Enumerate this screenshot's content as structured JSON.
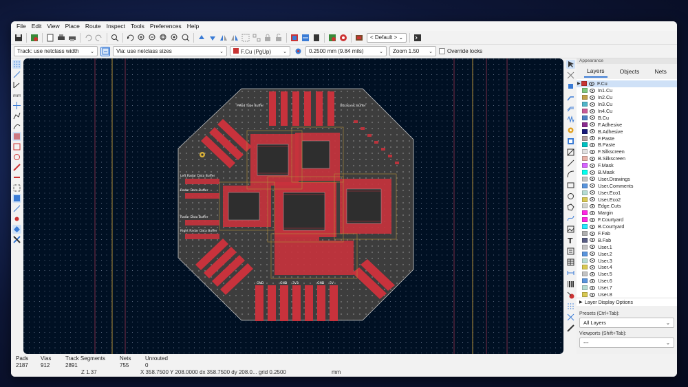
{
  "menubar": [
    "File",
    "Edit",
    "View",
    "Place",
    "Route",
    "Inspect",
    "Tools",
    "Preferences",
    "Help"
  ],
  "toolbar": {
    "preset": "< Default >"
  },
  "toolbar2": {
    "track": "Track: use netclass width",
    "via": "Via: use netclass sizes",
    "layer": "F.Cu (PgUp)",
    "grid": "0.2500 mm (9.84 mils)",
    "zoom": "Zoom 1.50",
    "override": "Override locks"
  },
  "appearance": {
    "title": "Appearance",
    "tabs": [
      "Layers",
      "Objects",
      "Nets"
    ],
    "layers": [
      {
        "name": "F.Cu",
        "color": "#c83434"
      },
      {
        "name": "In1.Cu",
        "color": "#7fc87f"
      },
      {
        "name": "In2.Cu",
        "color": "#c2a14a"
      },
      {
        "name": "In3.Cu",
        "color": "#50b4c8"
      },
      {
        "name": "In4.Cu",
        "color": "#c85a96"
      },
      {
        "name": "B.Cu",
        "color": "#4d7fc4"
      },
      {
        "name": "F.Adhesive",
        "color": "#8a2b8f"
      },
      {
        "name": "B.Adhesive",
        "color": "#1a1a7a"
      },
      {
        "name": "F.Paste",
        "color": "#b4a0a0"
      },
      {
        "name": "B.Paste",
        "color": "#00c2c2"
      },
      {
        "name": "F.Silkscreen",
        "color": "#e0e0e0"
      },
      {
        "name": "B.Silkscreen",
        "color": "#e8b2a7"
      },
      {
        "name": "F.Mask",
        "color": "#d864ff"
      },
      {
        "name": "B.Mask",
        "color": "#02ffee"
      },
      {
        "name": "User.Drawings",
        "color": "#c2c2c2"
      },
      {
        "name": "User.Comments",
        "color": "#5994dc"
      },
      {
        "name": "User.Eco1",
        "color": "#b4dbd2"
      },
      {
        "name": "User.Eco2",
        "color": "#d8c852"
      },
      {
        "name": "Edge.Cuts",
        "color": "#d0d2cd"
      },
      {
        "name": "Margin",
        "color": "#ff26e2"
      },
      {
        "name": "F.Courtyard",
        "color": "#ff26e2"
      },
      {
        "name": "B.Courtyard",
        "color": "#26e9ff"
      },
      {
        "name": "F.Fab",
        "color": "#afafaf"
      },
      {
        "name": "B.Fab",
        "color": "#585d84"
      },
      {
        "name": "User.1",
        "color": "#c2c2c2"
      },
      {
        "name": "User.2",
        "color": "#5994dc"
      },
      {
        "name": "User.3",
        "color": "#b4dbd2"
      },
      {
        "name": "User.4",
        "color": "#d8c852"
      },
      {
        "name": "User.5",
        "color": "#c2c2c2"
      },
      {
        "name": "User.6",
        "color": "#5994dc"
      },
      {
        "name": "User.7",
        "color": "#b4dbd2"
      },
      {
        "name": "User.8",
        "color": "#d8c852"
      }
    ],
    "layer_display_options": "Layer Display Options",
    "presets_label": "Presets (Ctrl+Tab):",
    "presets_value": "All Layers",
    "viewports_label": "Viewports (Shift+Tab):",
    "viewports_value": "---"
  },
  "status": {
    "pads_label": "Pads",
    "pads": "2187",
    "vias_label": "Vias",
    "vias": "912",
    "tracks_label": "Track Segments",
    "tracks": "2891",
    "nets_label": "Nets",
    "nets": "755",
    "unrouted_label": "Unrouted",
    "unrouted": "0",
    "zoom_readout": "Z 1.37",
    "cursor_readout": "X 358.7500  Y 208.0000  dx 358.7500  dy 208.0...  grid 0.2500",
    "units": "mm"
  },
  "board": {
    "labels": [
      "Left Radar Data Buffer",
      "Radar Data Buffer",
      "Radar Data Buffer",
      "Right Radar Data Buffer",
      "PMod Tube Buffer",
      "Ultrasonic Buffer",
      "GND",
      "GND",
      "3V3",
      "GND",
      "5V"
    ]
  }
}
